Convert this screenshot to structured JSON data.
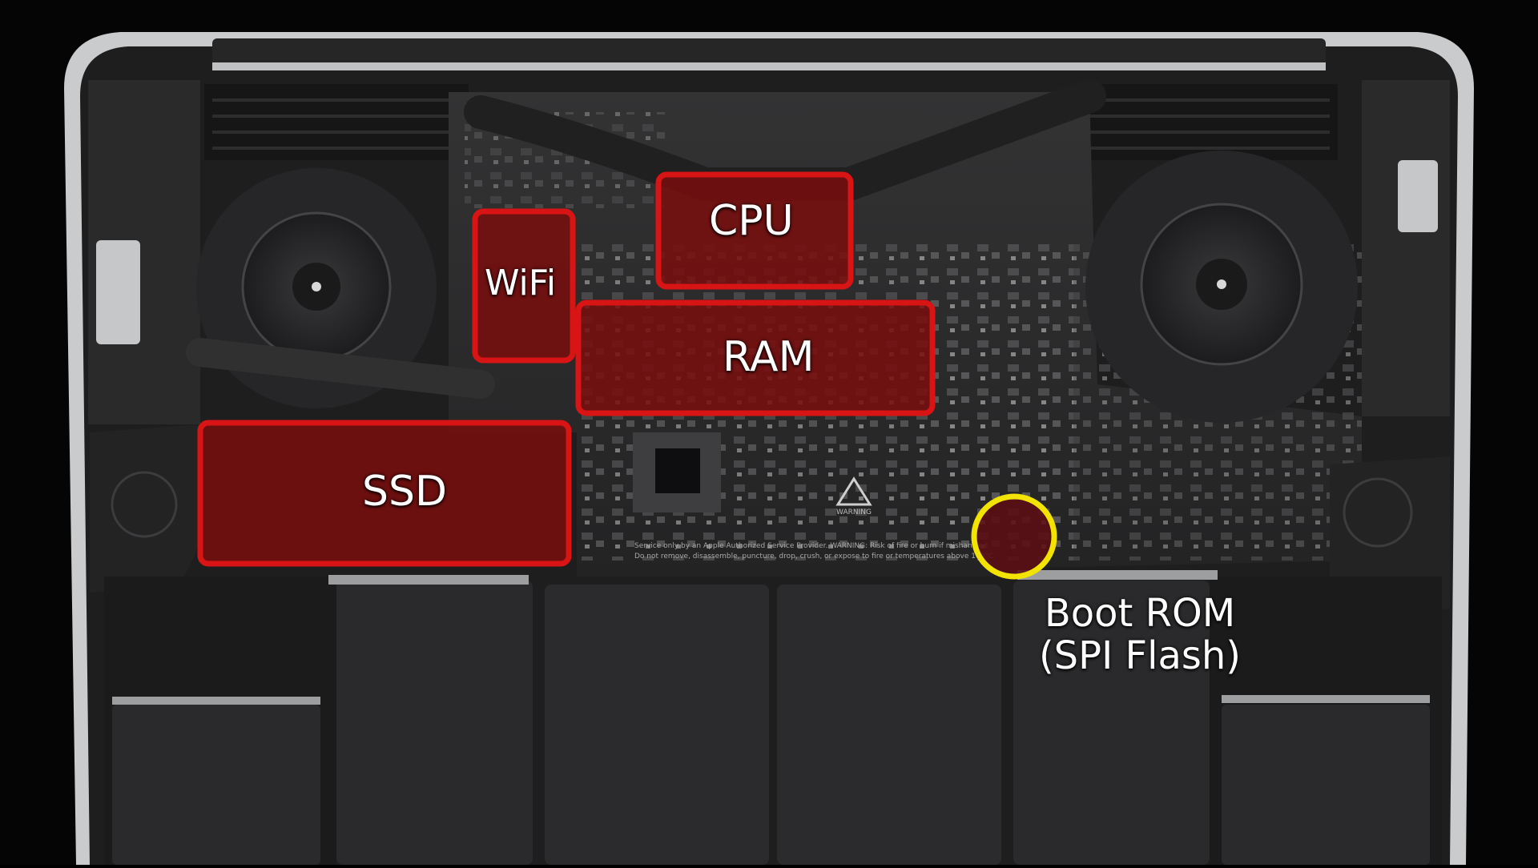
{
  "colors": {
    "highlight_fill": "#7a0d0d",
    "highlight_border": "#d81414",
    "callout_ring": "#f2e400",
    "board": "#2b2b2b",
    "chassis": "#cfd1d3",
    "battery": "#2a2a2c"
  },
  "highlights": {
    "cpu": "CPU",
    "wifi": "WiFi",
    "ram": "RAM",
    "ssd": "SSD"
  },
  "callout": {
    "line1": "Boot ROM",
    "line2": "(SPI Flash)"
  },
  "board_text": {
    "service_line1": "Service only by an Apple Authorized Service Provider. WARNING: Risk of fire or burn if mishandled.",
    "service_line2": "Do not remove, disassemble, puncture, drop, crush, or expose to fire or temperatures above 100°C.",
    "warning": "WARNING"
  }
}
